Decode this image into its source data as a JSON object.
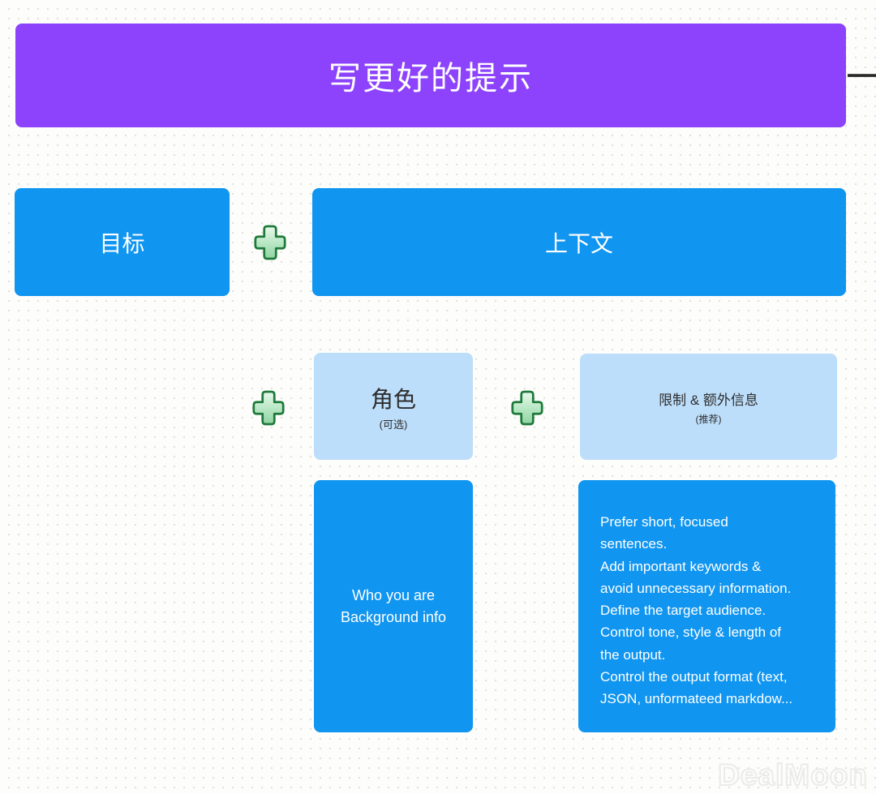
{
  "banner": {
    "title": "写更好的提示"
  },
  "row1": {
    "goal_label": "目标",
    "context_label": "上下文"
  },
  "row2": {
    "role_label": "角色",
    "role_sublabel": "(可选)",
    "constraints_label": "限制 & 额外信息",
    "constraints_sublabel": "(推荐)"
  },
  "row3": {
    "role_detail": "Who you are\nBackground info",
    "constraints_detail": "Prefer short, focused\nsentences.\nAdd important keywords &\navoid unnecessary information.\nDefine the target audience.\nControl tone, style & length of\nthe output.\nControl the output format (text,\nJSON, unformateed markdow..."
  },
  "icons": {
    "plus": "green heavy plus sign"
  },
  "colors": {
    "banner_purple": "#8C43FB",
    "box_blue": "#1095F0",
    "box_light_blue": "#BDDEFA",
    "plus_fill_top": "#E4F6E9",
    "plus_fill_bottom": "#8FD4A3",
    "plus_border": "#1E7A3A",
    "dark_text": "#2D2D2D",
    "connector_line": "#2B2B2B",
    "background": "#FDFDFB"
  },
  "watermark": "DealMoon"
}
